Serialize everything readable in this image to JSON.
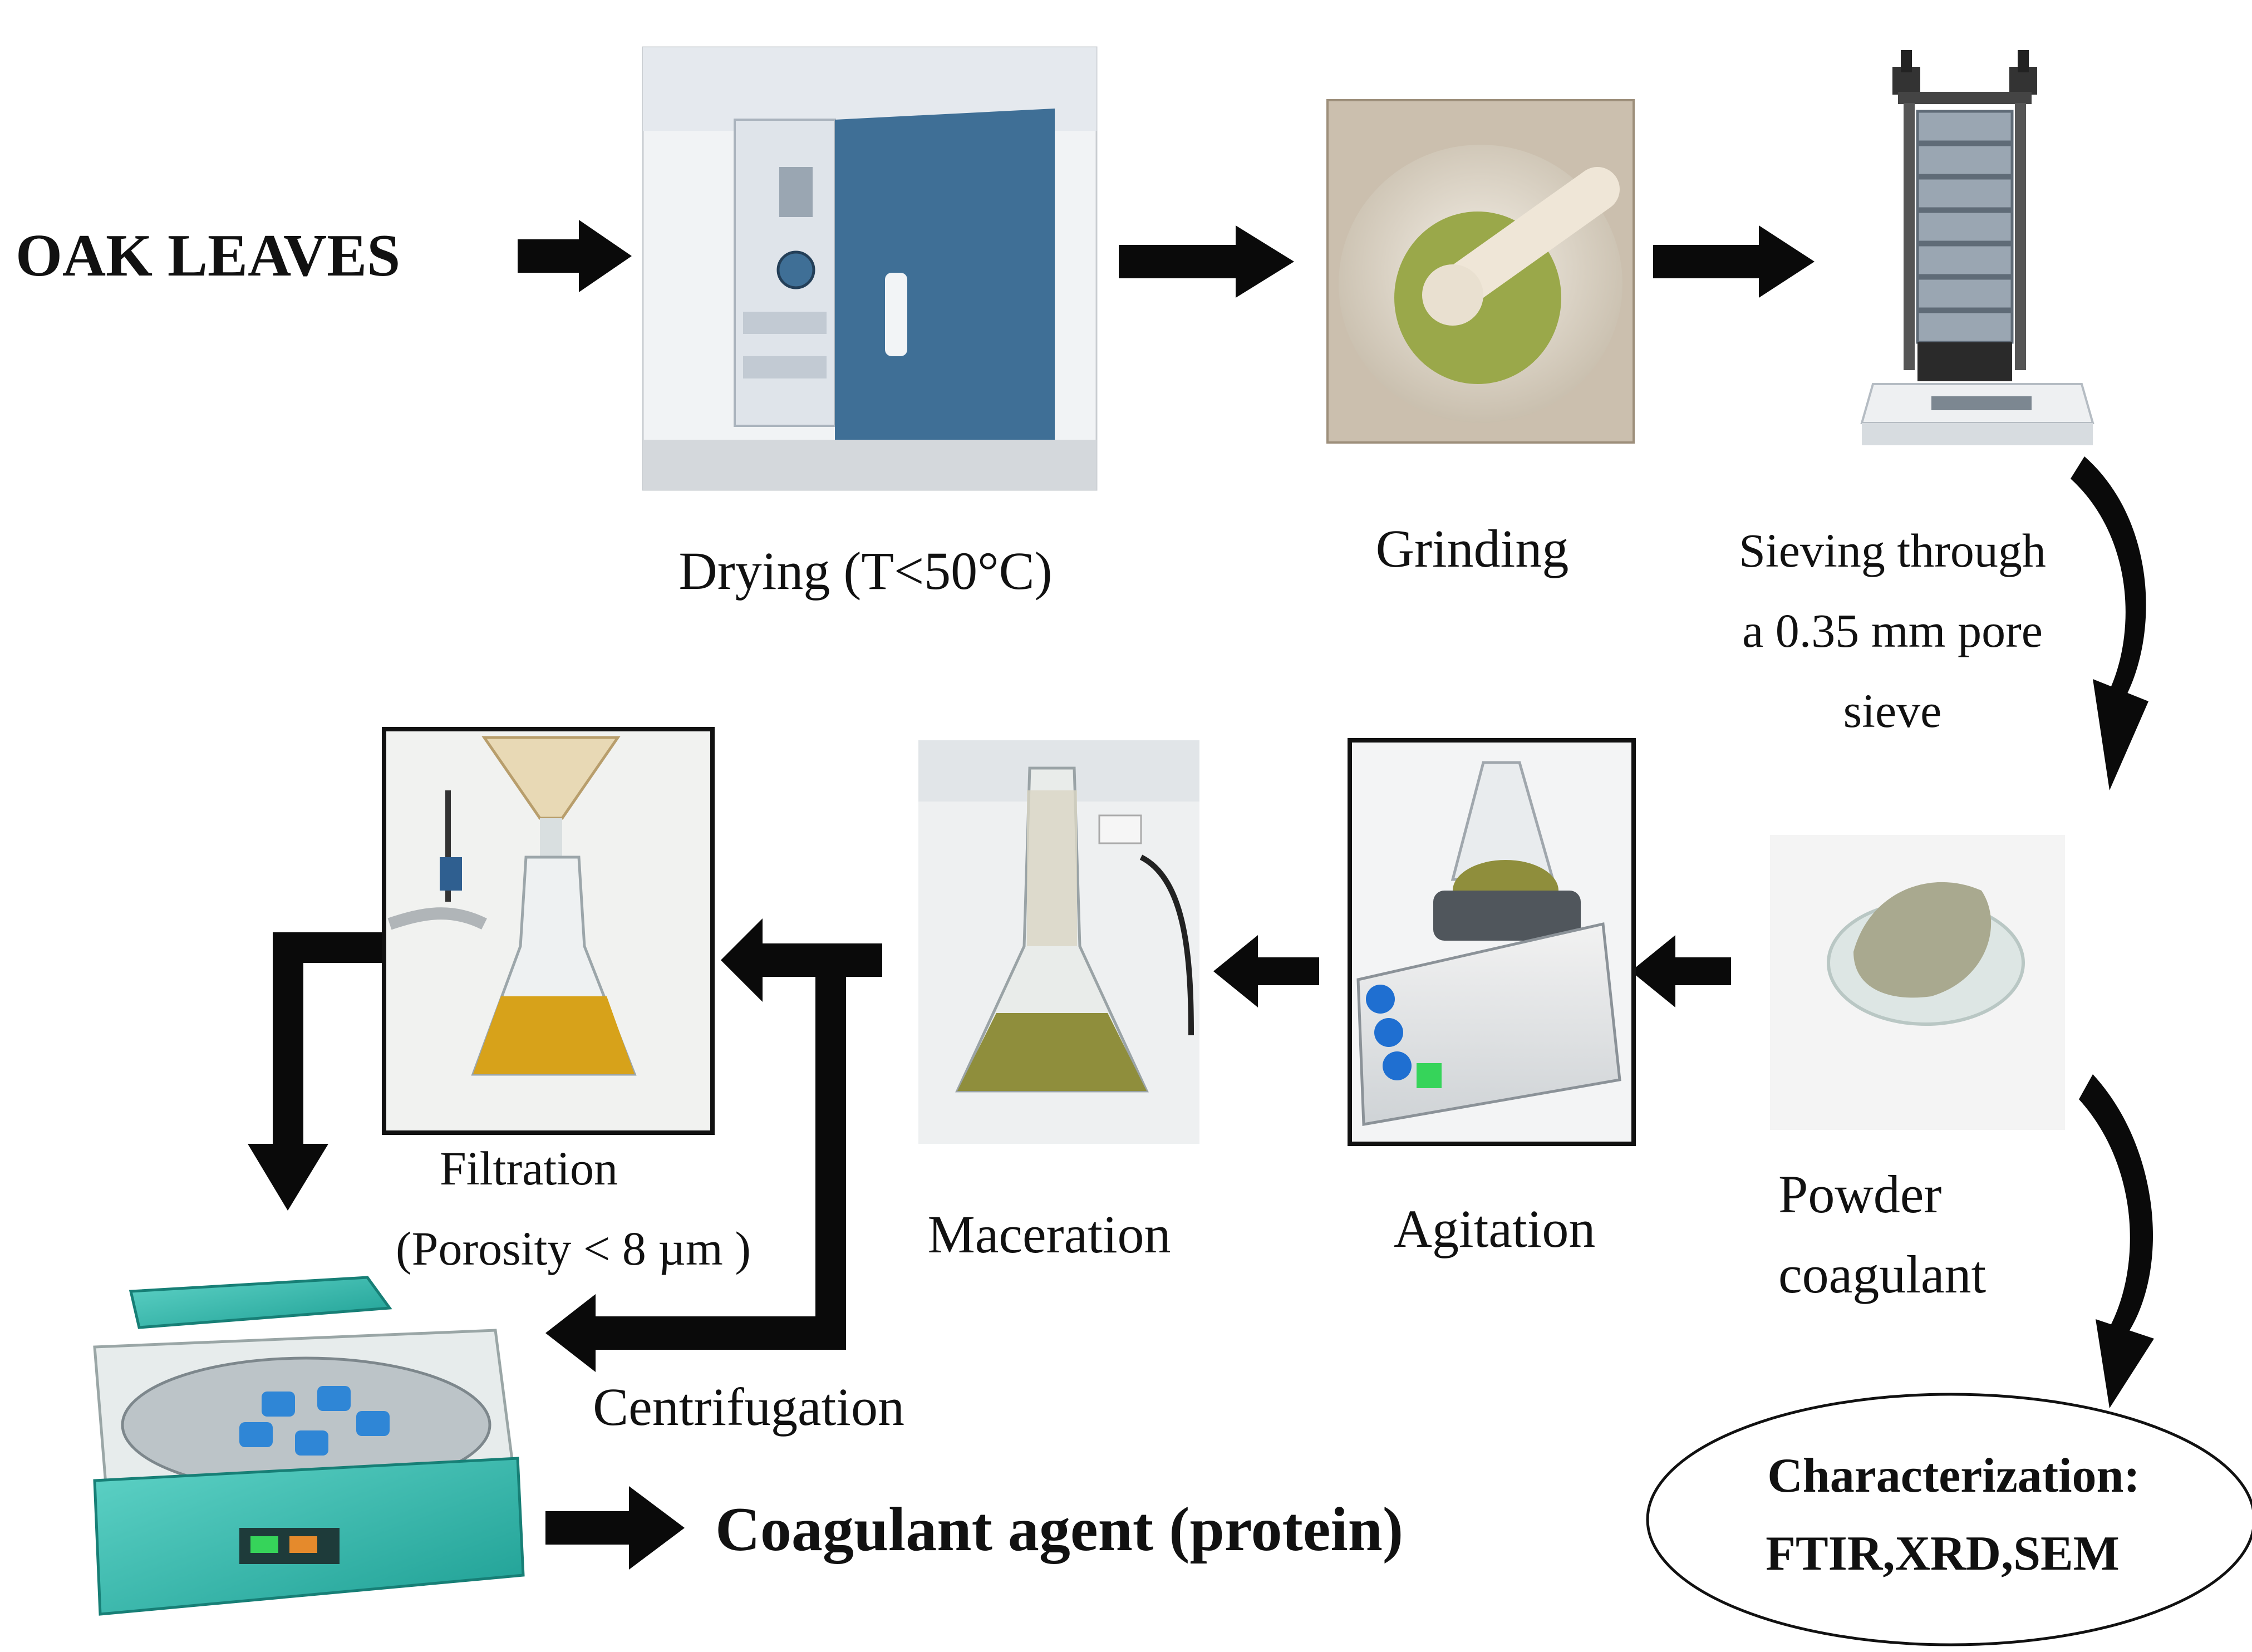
{
  "start_label": "OAK LEAVES",
  "steps": {
    "drying": "Drying (T<50°C)",
    "grinding": "Grinding",
    "sieving": [
      "Sieving through",
      "a 0.35 mm pore",
      "sieve"
    ],
    "powder": [
      "Powder",
      "coagulant"
    ],
    "agitation": "Agitation",
    "maceration": "Maceration",
    "filtration": [
      "Filtration",
      "(Porosity < 8 µm )"
    ],
    "centrifugation": "Centrifugation"
  },
  "product_label": "Coagulant agent (protein)",
  "characterization": [
    "Characterization:",
    "FTIR,XRD,SEM"
  ],
  "colors": {
    "arrow": "#0a0a0a",
    "oven_body": "#3f6f96",
    "oven_panel": "#dfe4ea",
    "mortar": "#e8dfd2",
    "powder_green": "#9aa84a",
    "sieve_metal": "#9aa6b2",
    "extract_yellow": "#d7a21a",
    "extract_green": "#8f8e3c",
    "centrifuge_teal": "#2bb5aa",
    "display_green": "#36d45a"
  }
}
